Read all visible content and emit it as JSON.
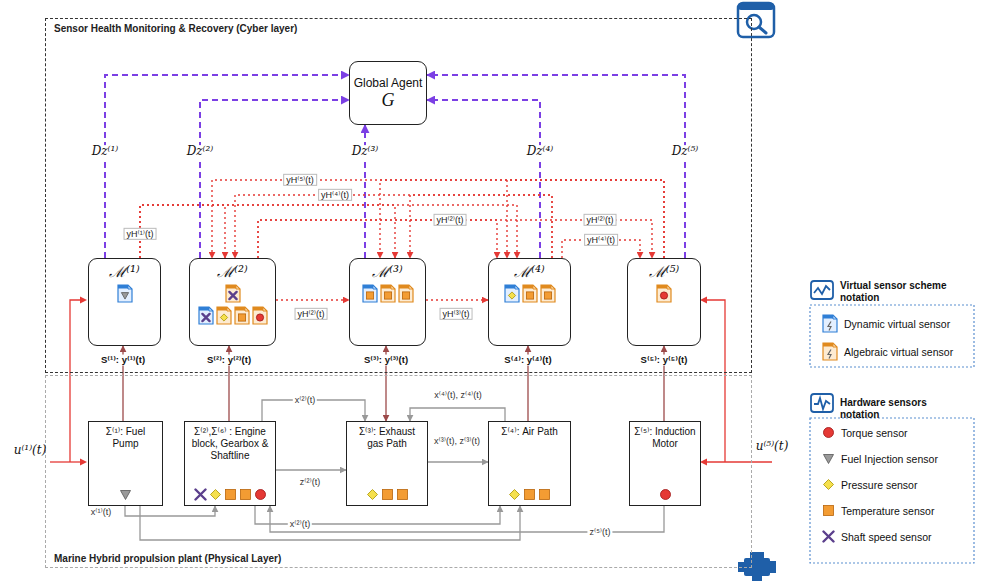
{
  "diagram": {
    "nodes": [
      {
        "text": [
          "Sensor Health Monitoring & Recovery (Cyber layer)"
        ]
      },
      {
        "text": [
          "Global Agent",
          "G"
        ],
        "in": 0
      },
      {
        "text": [
          "ℳ⁽¹⁾"
        ],
        "in": 0
      },
      {
        "text": [
          "ℳ⁽²⁾"
        ],
        "in": 0
      },
      {
        "text": [
          "ℳ⁽³⁾"
        ],
        "in": 0
      },
      {
        "text": [
          "ℳ⁽⁴⁾"
        ],
        "in": 0
      },
      {
        "text": [
          "ℳ⁽⁵⁾"
        ],
        "in": 0
      },
      {
        "text": [
          "Marine Hybrid propulsion plant (Physical Layer)"
        ]
      },
      {
        "text": [
          "Σ⁽¹⁾: Fuel Pump"
        ],
        "in": 7
      },
      {
        "text": [
          "Σ⁽²⁾,Σ⁽⁶⁾ : Engine block, Gearbox & Shaftline"
        ],
        "in": 7
      },
      {
        "text": [
          "Σ⁽³⁾: Exhaust gas Path"
        ],
        "in": 7
      },
      {
        "text": [
          "Σ⁽⁴⁾: Air Path"
        ],
        "in": 7
      },
      {
        "text": [
          "Σ⁽⁵⁾: Induction Motor"
        ],
        "in": 7
      }
    ],
    "edges": [
      {
        "from": 2,
        "to": 1,
        "arrow": "to",
        "label": "Dz⁽¹⁾"
      },
      {
        "from": 3,
        "to": 1,
        "arrow": "to",
        "label": "Dz⁽²⁾"
      },
      {
        "from": 4,
        "to": 1,
        "arrow": "to",
        "label": "Dz⁽³⁾"
      },
      {
        "from": 5,
        "to": 1,
        "arrow": "to",
        "label": "Dz⁽⁴⁾"
      },
      {
        "from": 6,
        "to": 1,
        "arrow": "to",
        "label": "Dz⁽⁵⁾"
      },
      {
        "from": 2,
        "to": 3,
        "arrow": "to",
        "label": "yH⁽¹⁾(t)"
      },
      {
        "from": 2,
        "to": 4,
        "arrow": "to"
      },
      {
        "from": 2,
        "to": 5,
        "arrow": "to"
      },
      {
        "from": 6,
        "to": 3,
        "arrow": "to",
        "label": "yH⁽⁵⁾(t)"
      },
      {
        "from": 6,
        "to": 4,
        "arrow": "to"
      },
      {
        "from": 6,
        "to": 5,
        "arrow": "to"
      },
      {
        "from": 5,
        "to": 3,
        "arrow": "to",
        "label": "yH⁽⁴⁾(t)"
      },
      {
        "from": 5,
        "to": 4,
        "arrow": "to"
      },
      {
        "from": 5,
        "to": 6,
        "arrow": "to",
        "label": "yH⁽⁴⁾(t)"
      },
      {
        "from": 3,
        "to": 5,
        "arrow": "to",
        "label": "yH⁽²⁾(t)"
      },
      {
        "from": 3,
        "to": 6,
        "arrow": "to",
        "label": "yH⁽²⁾(t)"
      },
      {
        "from": 3,
        "to": 4,
        "arrow": "to",
        "label": "yH⁽²⁾(t)"
      },
      {
        "from": 4,
        "to": 5,
        "arrow": "to",
        "label": "yH⁽³⁾(t)"
      },
      {
        "from": 8,
        "to": 2,
        "arrow": "to",
        "label": "S⁽¹⁾: y⁽¹⁾(t)"
      },
      {
        "from": 9,
        "to": 3,
        "arrow": "to",
        "label": "S⁽²⁾: y⁽²⁾(t)"
      },
      {
        "from": 10,
        "to": 4,
        "arrow": "both",
        "label": "S⁽³⁾: y⁽³⁾(t)"
      },
      {
        "from": 11,
        "to": 5,
        "arrow": "to",
        "label": "S⁽⁴⁾: y⁽⁴⁾(t)"
      },
      {
        "from": 12,
        "to": 6,
        "arrow": "to",
        "label": "S⁽⁵⁾: y⁽⁵⁾(t)"
      },
      {
        "from": 9,
        "to": 10,
        "arrow": "to",
        "label": "x⁽²⁾(t)"
      },
      {
        "from": 11,
        "to": 10,
        "arrow": "to",
        "label": "x⁽⁴⁾(t), z⁽⁴⁾(t)"
      },
      {
        "from": 9,
        "to": 10,
        "arrow": "to",
        "label": "z⁽²⁾(t)"
      },
      {
        "from": 10,
        "to": 11,
        "arrow": "to",
        "label": "x⁽³⁾(t), z⁽³⁾(t)"
      },
      {
        "from": 8,
        "to": 9,
        "arrow": "to",
        "label": "x⁽¹⁾(t)"
      },
      {
        "from": 9,
        "to": 11,
        "arrow": "to",
        "label": "x⁽²⁾(t)"
      },
      {
        "from": 12,
        "to": 9,
        "arrow": "to",
        "label": "z⁽⁵⁾(t)"
      },
      {
        "from": 8,
        "to": 11,
        "arrow": "to"
      }
    ],
    "labels": [
      "u⁽¹⁾(t)",
      "u⁽⁵⁾(t)",
      "Virtual sensor scheme notation",
      "Hardware sensors notation"
    ],
    "legend": [
      {
        "text": "Dynamic virtual sensor"
      },
      {
        "text": "Algebraic virtual sensor"
      },
      {
        "text": "Torque sensor"
      },
      {
        "text": "Fuel Injection sensor"
      },
      {
        "text": "Pressure sensor"
      },
      {
        "text": "Temperature sensor"
      },
      {
        "text": "Shaft speed sensor"
      }
    ]
  }
}
